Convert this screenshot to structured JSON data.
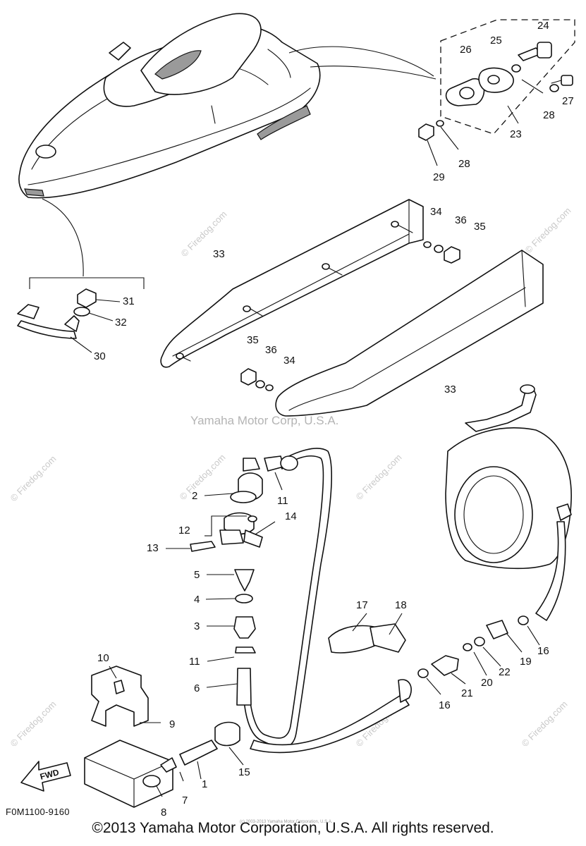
{
  "diagram": {
    "watermark_center": "Yamaha Motor Corp, U.S.A.",
    "watermark_site": "© Firedog.com",
    "fwd_label": "FWD",
    "part_code": "F0M1100-9160",
    "copyright": "©2013 Yamaha Motor Corporation, U.S.A. All rights reserved.",
    "fine_print": "(c) 2003-2013 Yamaha Motor Corporation, U.S.A.",
    "callouts": {
      "p1": "1",
      "p2": "2",
      "p3": "3",
      "p4": "4",
      "p5": "5",
      "p6": "6",
      "p7": "7",
      "p8": "8",
      "p9": "9",
      "p10": "10",
      "p11a": "11",
      "p11b": "11",
      "p12": "12",
      "p13": "13",
      "p14": "14",
      "p15": "15",
      "p16a": "16",
      "p16b": "16",
      "p17": "17",
      "p18": "18",
      "p19": "19",
      "p20": "20",
      "p21": "21",
      "p22": "22",
      "p23": "23",
      "p24": "24",
      "p25": "25",
      "p26": "26",
      "p27": "27",
      "p28a": "28",
      "p28b": "28",
      "p29": "29",
      "p30": "30",
      "p31": "31",
      "p32": "32",
      "p33a": "33",
      "p33b": "33",
      "p34a": "34",
      "p34b": "34",
      "p35a": "35",
      "p35b": "35",
      "p36a": "36",
      "p36b": "36"
    }
  }
}
